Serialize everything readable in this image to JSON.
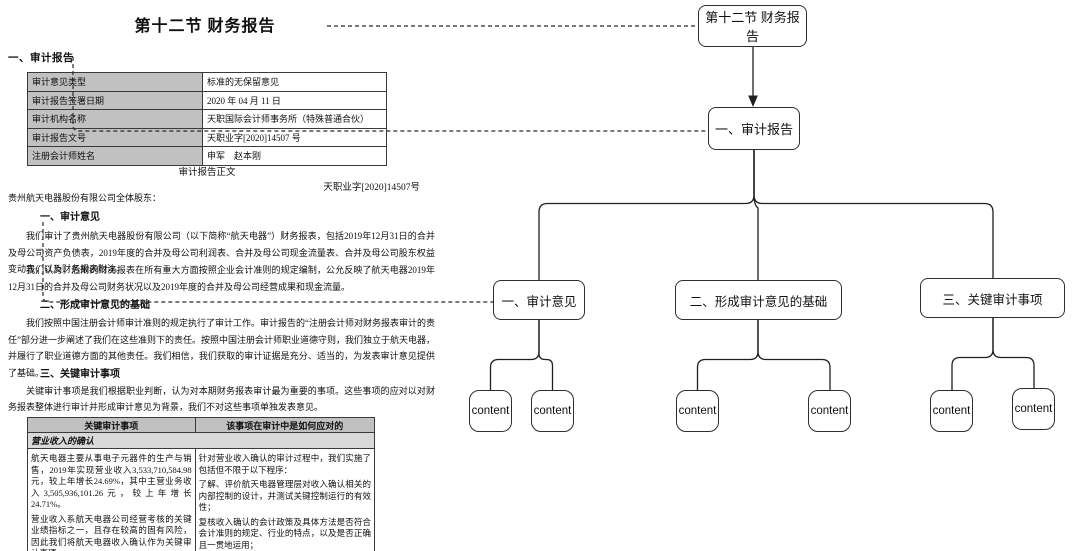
{
  "document": {
    "title": "第十二节 财务报告",
    "section_heading": "一、审计报告",
    "audit_table": {
      "rows": [
        {
          "label": "审计意见类型",
          "value": "标准的无保留意见"
        },
        {
          "label": "审计报告签署日期",
          "value": "2020 年 04 月 11 日"
        },
        {
          "label": "审计机构名称",
          "value": "天职国际会计师事务所（特殊普通合伙）"
        },
        {
          "label": "审计报告文号",
          "value": "天职业字[2020]14507 号"
        },
        {
          "label": "注册会计师姓名",
          "value": "申军　赵本刚"
        }
      ]
    },
    "body_caption": "审计报告正文",
    "doc_number": "天职业字[2020]14507号",
    "salutation": "贵州航天电器股份有限公司全体股东：",
    "sections": [
      {
        "heading": "一、审计意见",
        "paragraphs": [
          "我们审计了贵州航天电器股份有限公司（以下简称“航天电器”）财务报表，包括2019年12月31日的合并及母公司资产负债表，2019年度的合并及母公司利润表、合并及母公司现金流量表、合并及母公司股东权益变动表，以及财务报表附注。",
          "我们认为，后附的财务报表在所有重大方面按照企业会计准则的规定编制，公允反映了航天电器2019年12月31日的合并及母公司财务状况以及2019年度的合并及母公司经营成果和现金流量。"
        ]
      },
      {
        "heading": "二、形成审计意见的基础",
        "paragraphs": [
          "我们按照中国注册会计师审计准则的规定执行了审计工作。审计报告的“注册会计师对财务报表审计的责任”部分进一步阐述了我们在这些准则下的责任。按照中国注册会计师职业道德守则，我们独立于航天电器，并履行了职业道德方面的其他责任。我们相信，我们获取的审计证据是充分、适当的，为发表审计意见提供了基础。"
        ]
      },
      {
        "heading": "三、关键审计事项",
        "paragraphs": [
          "关键审计事项是我们根据职业判断，认为对本期财务报表审计最为重要的事项。这些事项的应对以对财务报表整体进行审计并形成审计意见为背景，我们不对这些事项单独发表意见。"
        ]
      }
    ],
    "key_matters_table": {
      "headers": [
        "关键审计事项",
        "该事项在审计中是如何应对的"
      ],
      "subheader": "营业收入的确认",
      "left_paragraphs": [
        "航天电器主要从事电子元器件的生产与销售，2019年实现营业收入3,533,710,584.98元，较上年增长24.69%，其中主营业务收入3,505,936,101.26元，较上年增长24.71%。",
        "营业收入系航天电器公司经营考核的关键业绩指标之一，且存在较高的固有风险，因此我们将航天电器收入确认作为关键审计事项。"
      ],
      "right_paragraphs": [
        "针对营业收入确认的审计过程中，我们实施了包括但不限于以下程序：",
        "了解、评价航天电器管理层对收入确认相关的内部控制的设计，并测试关键控制运行的有效性；",
        "复核收入确认的会计政策及具体方法是否符合会计准则的规定、行业的特点，以及是否正确且一贯地运用；"
      ]
    }
  },
  "diagram": {
    "nodes": {
      "root": "第十二节 财务报告",
      "report": "一、审计报告",
      "child1": "一、审计意见",
      "child2": "二、形成审计意见的基础",
      "child3": "三、关键审计事项",
      "content_label": "content"
    }
  },
  "colors": {
    "table_header_bg": "#c1c1c1",
    "table_subheader_bg": "#d9d9d9",
    "table_border": "#3a3a3a",
    "connector_line": "#1f1f1f",
    "node_border": "#2e2e2e"
  }
}
